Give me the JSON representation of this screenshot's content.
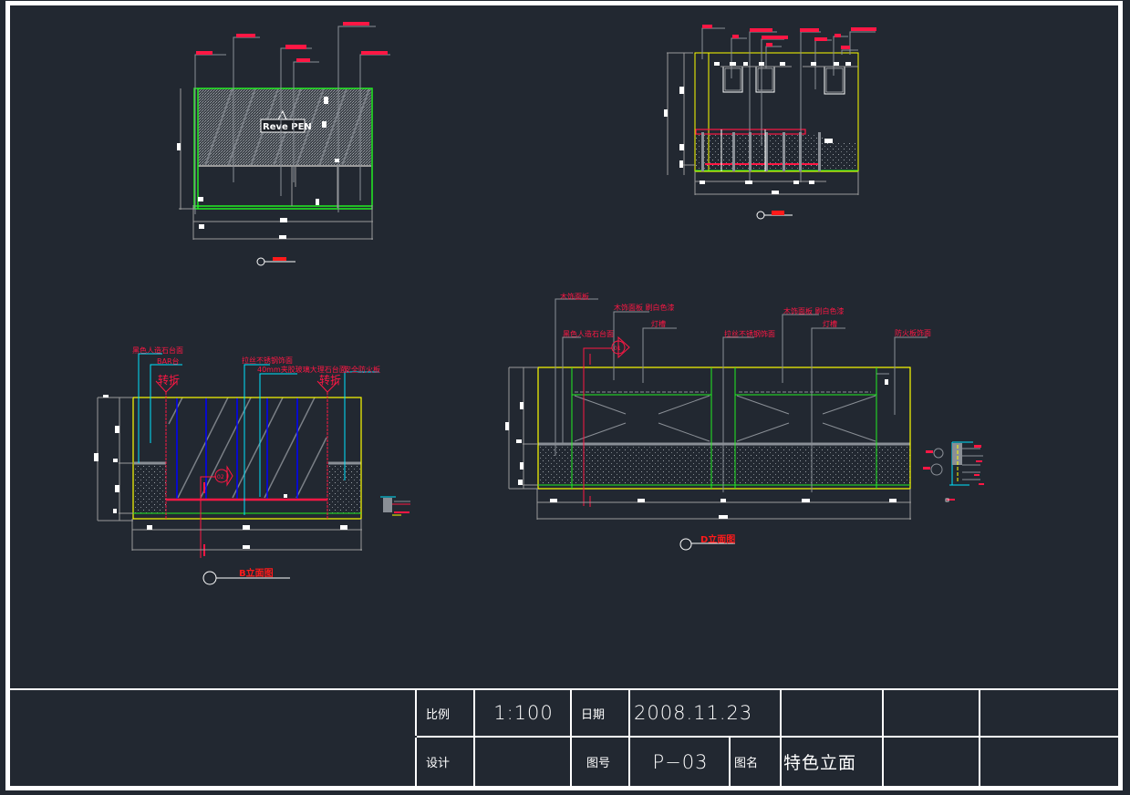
{
  "document": {
    "type": "CAD elevation drawing sheet",
    "colors": {
      "background": "#222831",
      "frame": "#ffffff",
      "outline_yellow": "#ffff00",
      "outline_green": "#22ee22",
      "leader_cyan": "#00e5ff",
      "annotation_red": "#ff1744",
      "line_blue": "#0000ff",
      "dimension_gray": "#9a9a9a"
    }
  },
  "drawings": {
    "top_left": {
      "logo_text": "Reve PEN",
      "view_title": ""
    },
    "top_right": {
      "view_title": ""
    },
    "bottom_left": {
      "view_title": "B立面图",
      "callout": "02",
      "break_labels": [
        "转折",
        "转折"
      ],
      "annotations": [
        "黑色人造石台面",
        "BAR台",
        "拉丝不锈钢饰面",
        "40mm夹胶玻璃大理石台面",
        "安全防火板"
      ]
    },
    "bottom_right": {
      "view_title": "D立面图",
      "callout": "01",
      "annotations": [
        "木饰面板",
        "木饰面板 刷白色漆",
        "黑色人造石台面",
        "灯槽",
        "拉丝不锈钢饰面",
        "木饰面板 刷白色漆",
        "灯槽",
        "防火板饰面"
      ]
    }
  },
  "title_block": {
    "scale_label": "比例",
    "scale_value": "1:100",
    "date_label": "日期",
    "date_value": "2008.11.23",
    "design_label": "设计",
    "design_value": "",
    "drawing_no_label": "图号",
    "drawing_no_value": "P−03",
    "drawing_name_label": "图名",
    "drawing_name_value": "特色立面"
  }
}
